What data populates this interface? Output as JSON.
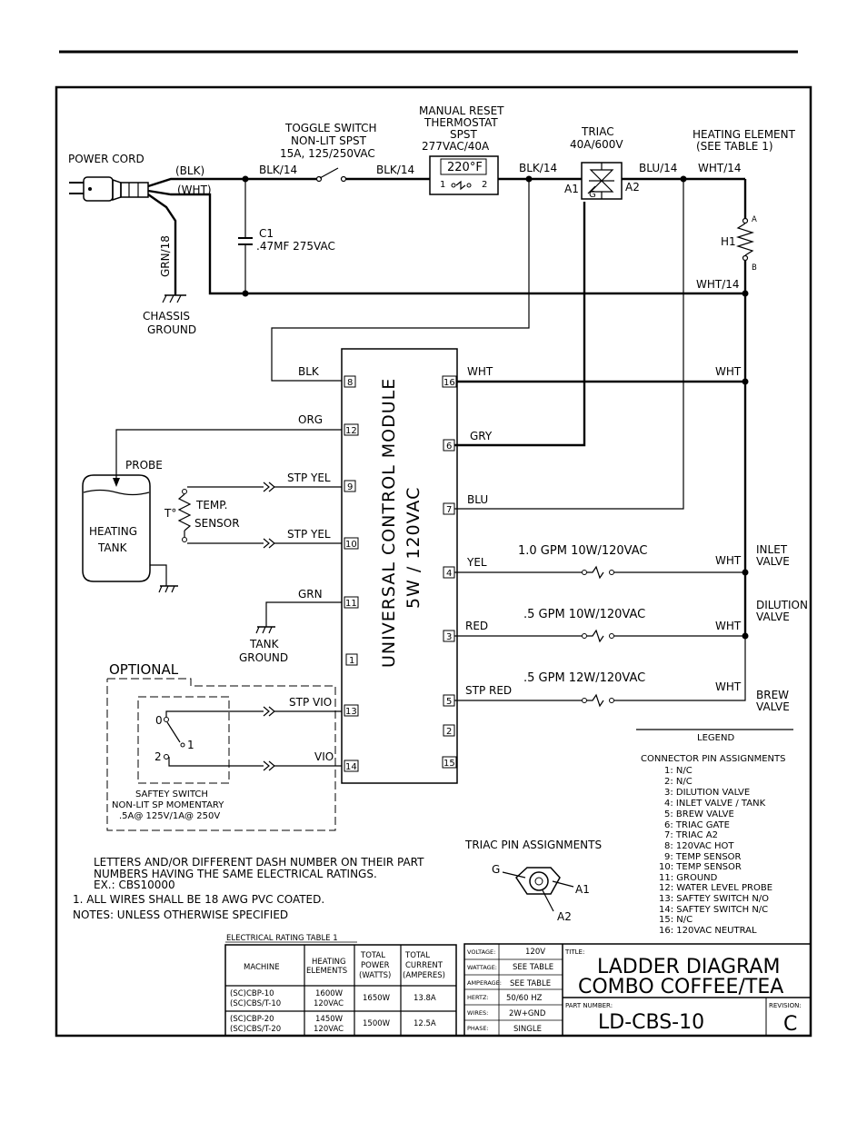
{
  "components": {
    "power_cord": "POWER CORD",
    "blk_lead": "(BLK)",
    "wht_lead": "(WHT)",
    "grn18": "GRN/18",
    "chassis_ground": [
      "CHASSIS",
      "GROUND"
    ],
    "toggle_switch": [
      "TOGGLE SWITCH",
      "NON-LIT SPST",
      "15A, 125/250VAC"
    ],
    "thermostat": [
      "MANUAL RESET",
      "THERMOSTAT",
      "SPST",
      "277VAC/40A"
    ],
    "thermostat_temp": "220°F",
    "thermostat_pin1": "1",
    "thermostat_pin2": "2",
    "triac": [
      "TRIAC",
      "40A/600V"
    ],
    "triac_a1": "A1",
    "triac_a2": "A2",
    "triac_g": "G",
    "heating_element": [
      "HEATING ELEMENT",
      "(SEE TABLE 1)"
    ],
    "h1": "H1",
    "h1_a": "A",
    "h1_b": "B",
    "c1": [
      "C1",
      ".47MF 275VAC"
    ],
    "probe": "PROBE",
    "heating_tank": [
      "HEATING",
      "TANK"
    ],
    "temp_sensor": [
      "TEMP.",
      "SENSOR"
    ],
    "t_deg": "T°",
    "tank_ground": [
      "TANK",
      "GROUND"
    ],
    "optional": "OPTIONAL",
    "safety_pos0": "0",
    "safety_pos1": "1",
    "safety_pos2": "2",
    "safety_switch": [
      "SAFTEY SWITCH",
      "NON-LIT SP MOMENTARY",
      ".5A@ 125V/1A@ 250V"
    ],
    "module": [
      "UNIVERSAL CONTROL MODULE",
      "5W / 120VAC"
    ],
    "inlet_valve": [
      "INLET",
      "VALVE"
    ],
    "dilution_valve": [
      "DILUTION",
      "VALVE"
    ],
    "brew_valve": [
      "BREW",
      "VALVE"
    ],
    "valve_inlet_rating": "1.0 GPM 10W/120VAC",
    "valve_dilution_rating": ".5 GPM 10W/120VAC",
    "valve_brew_rating": ".5 GPM 12W/120VAC"
  },
  "wires": {
    "blk14_a": "BLK/14",
    "blk14_b": "BLK/14",
    "blk14_c": "BLK/14",
    "blu14": "BLU/14",
    "wht14_top": "WHT/14",
    "wht14_bot": "WHT/14",
    "blk": "BLK",
    "org": "ORG",
    "stp_yel_1": "STP YEL",
    "stp_yel_2": "STP YEL",
    "grn": "GRN",
    "stp_vio": "STP VIO",
    "vio": "VIO",
    "wht_16": "WHT",
    "wht_16r": "WHT",
    "gry": "GRY",
    "blu": "BLU",
    "yel": "YEL",
    "red": "RED",
    "stp_red": "STP RED",
    "wht_inlet": "WHT",
    "wht_dil": "WHT",
    "wht_brew": "WHT"
  },
  "pins": {
    "left": [
      "8",
      "12",
      "9",
      "10",
      "11",
      "1",
      "13",
      "14"
    ],
    "right": [
      "16",
      "6",
      "7",
      "4",
      "3",
      "5",
      "2",
      "15"
    ]
  },
  "notes": [
    "LETTERS AND/OR DIFFERENT DASH NUMBER ON THEIR PART",
    "NUMBERS HAVING THE SAME ELECTRICAL RATINGS.",
    "EX.: CBS10000",
    "1. ALL WIRES SHALL BE 18 AWG PVC COATED.",
    "NOTES: UNLESS OTHERWISE SPECIFIED"
  ],
  "triac_pins": {
    "title": "TRIAC PIN ASSIGNMENTS",
    "g": "G",
    "a1": "A1",
    "a2": "A2"
  },
  "legend": {
    "title": "LEGEND",
    "subtitle": "CONNECTOR PIN ASSIGNMENTS",
    "items": [
      "1: N/C",
      "2: N/C",
      "3: DILUTION VALVE",
      "4: INLET VALVE / TANK",
      "5: BREW VALVE",
      "6: TRIAC GATE",
      "7: TRIAC A2",
      "8: 120VAC HOT",
      "9: TEMP SENSOR",
      "10: TEMP SENSOR",
      "11: GROUND",
      "12: WATER LEVEL PROBE",
      "13: SAFTEY SWITCH N/O",
      "14: SAFTEY SWITCH N/C",
      "15: N/C",
      "16: 120VAC NEUTRAL"
    ]
  },
  "rating_table": {
    "title": "ELECTRICAL RATING TABLE 1",
    "headers": [
      [
        "MACHINE"
      ],
      [
        "HEATING",
        "ELEMENTS"
      ],
      [
        "TOTAL",
        "POWER",
        "(WATTS)"
      ],
      [
        "TOTAL",
        "CURRENT",
        "(AMPERES)"
      ]
    ],
    "rows": [
      {
        "machine": [
          "(SC)CBP-10",
          "(SC)CBS/T-10"
        ],
        "elements": [
          "1600W",
          "120VAC"
        ],
        "power": "1650W",
        "current": "13.8A"
      },
      {
        "machine": [
          "(SC)CBP-20",
          "(SC)CBS/T-20"
        ],
        "elements": [
          "1450W",
          "120VAC"
        ],
        "power": "1500W",
        "current": "12.5A"
      }
    ]
  },
  "spec_block": [
    {
      "label": "VOLTAGE:",
      "value": "120V"
    },
    {
      "label": "WATTAGE:",
      "value": "SEE TABLE"
    },
    {
      "label": "AMPERAGE:",
      "value": "SEE TABLE"
    },
    {
      "label": "HERTZ:",
      "value": "50/60 HZ"
    },
    {
      "label": "WIRES:",
      "value": "2W+GND"
    },
    {
      "label": "PHASE:",
      "value": "SINGLE"
    }
  ],
  "title_block": {
    "title_label": "TITLE:",
    "title_lines": [
      "LADDER DIAGRAM",
      "COMBO COFFEE/TEA"
    ],
    "part_label": "PART NUMBER:",
    "part_number": "LD-CBS-10",
    "revision_label": "REVISION:",
    "revision": "C"
  }
}
